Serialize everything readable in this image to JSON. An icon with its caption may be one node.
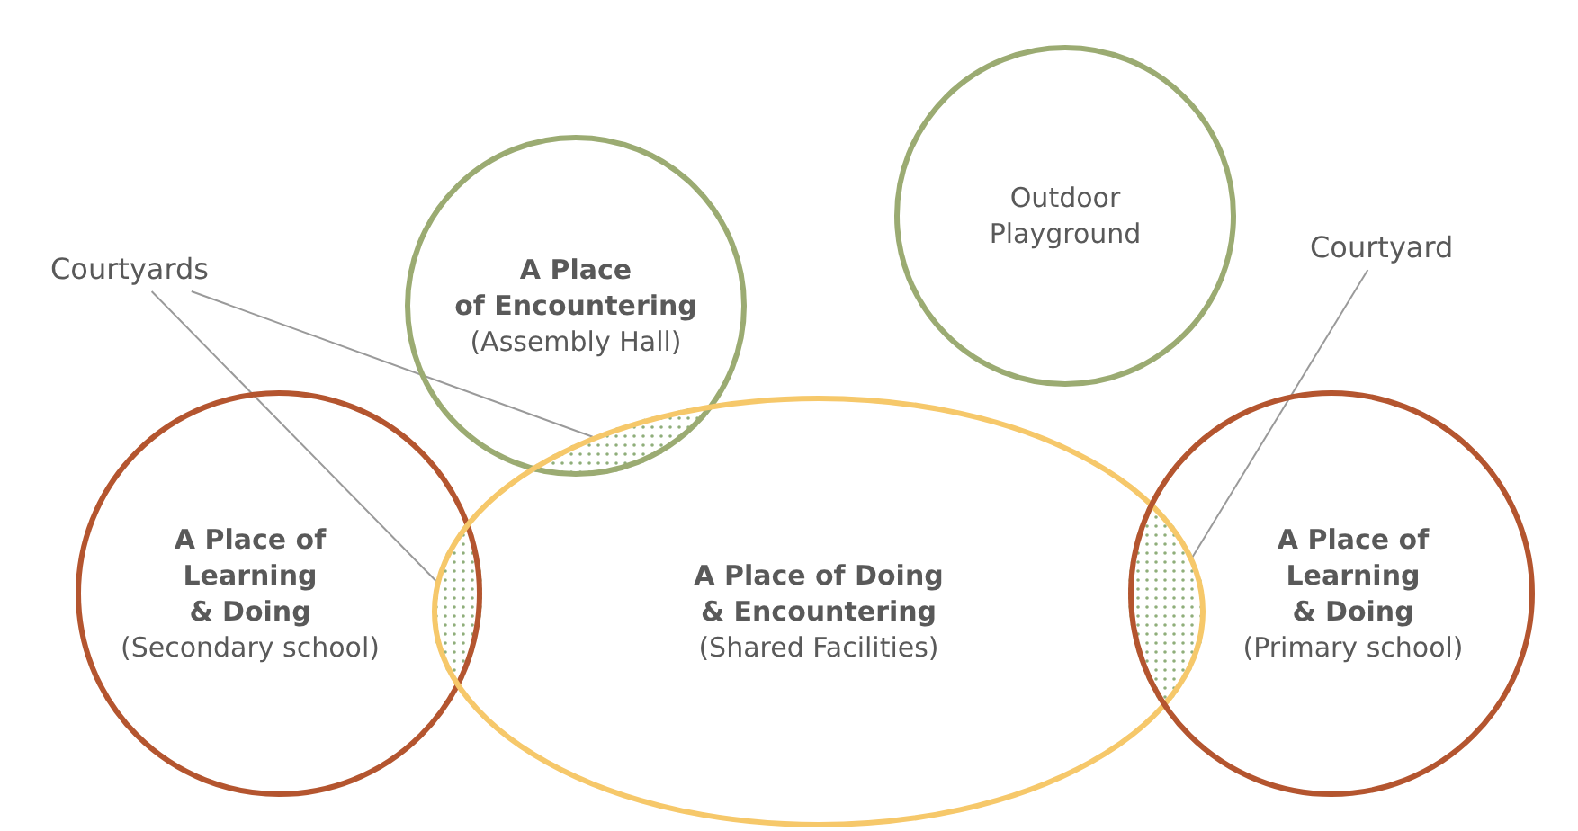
{
  "diagram": {
    "nodes": [
      {
        "text": [
          "A Place of Encountering",
          "(Assembly Hall)"
        ]
      },
      {
        "text": [
          "Outdoor Playground"
        ]
      },
      {
        "text": [
          "Courtyards"
        ]
      },
      {
        "text": [
          "Courtyard"
        ]
      },
      {
        "text": [
          "A Place of Learning & Doing",
          "(Secondary school)"
        ]
      },
      {
        "text": [
          "A Place of Doing & Encountering",
          "(Shared Facilities)"
        ]
      },
      {
        "text": [
          "A Place of Learning & Doing",
          "(Primary school)"
        ]
      },
      {
        "text": [],
        "shape": "lens"
      },
      {
        "text": [],
        "shape": "lens"
      },
      {
        "text": [],
        "shape": "lens"
      }
    ],
    "edges": [
      {
        "from": 2,
        "to": 7,
        "arrow": "none"
      },
      {
        "from": 2,
        "to": 8,
        "arrow": "none"
      },
      {
        "from": 3,
        "to": 9,
        "arrow": "none"
      }
    ]
  }
}
